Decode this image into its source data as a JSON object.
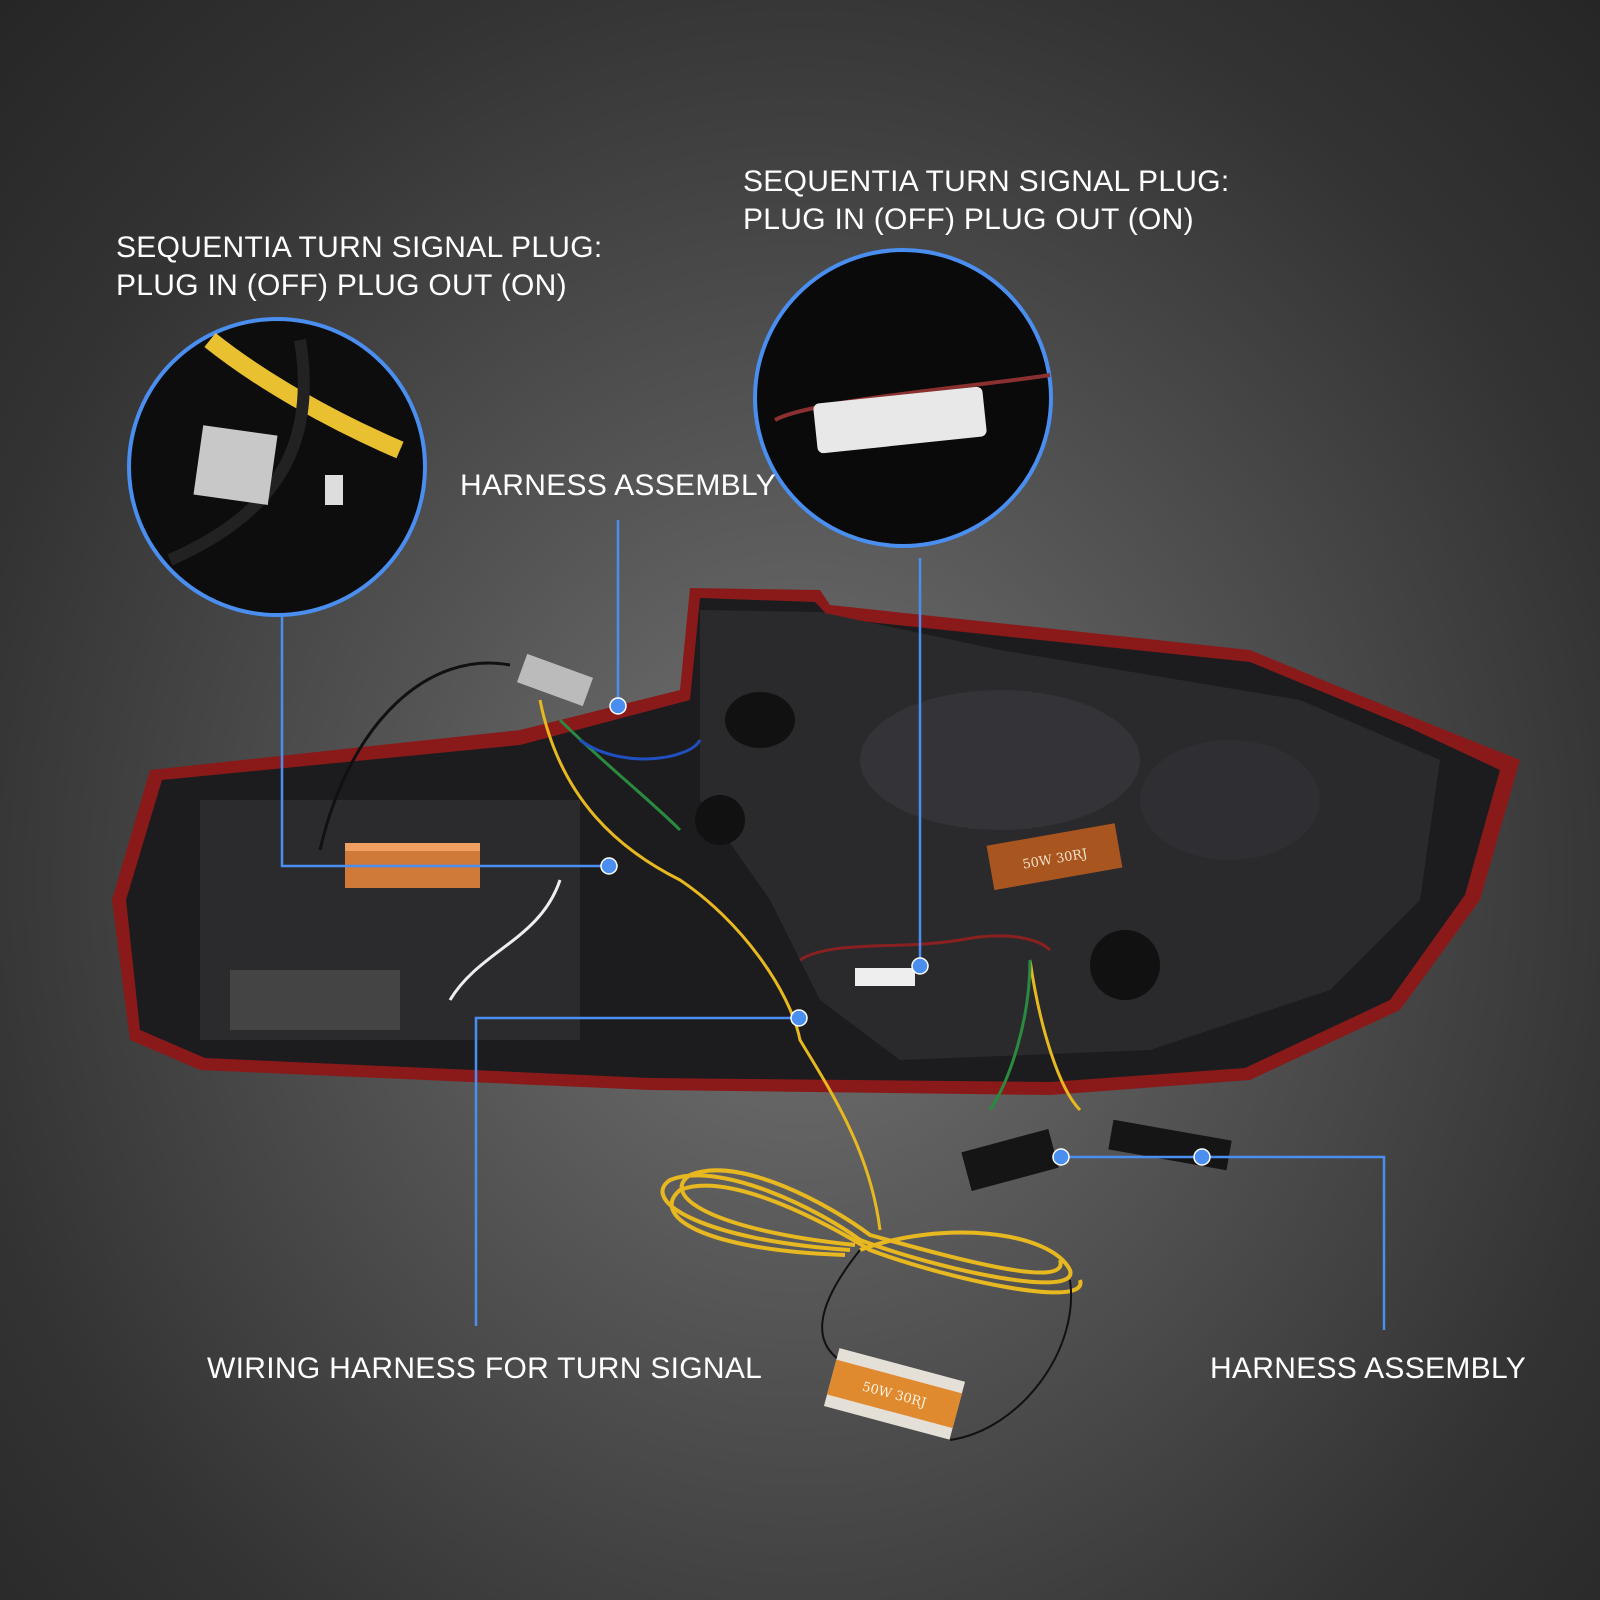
{
  "callouts": {
    "plug_left": {
      "line1": "SEQUENTIA TURN SIGNAL PLUG:",
      "line2": "PLUG IN (OFF) PLUG OUT (ON)"
    },
    "plug_right": {
      "line1": "SEQUENTIA TURN SIGNAL PLUG:",
      "line2": "PLUG IN (OFF) PLUG OUT (ON)"
    },
    "harness_top": "HARNESS ASSEMBLY",
    "wiring_turn": "WIRING HARNESS FOR TURN SIGNAL",
    "harness_bottom": "HARNESS ASSEMBLY"
  },
  "resistor_text": "50W 30RJ",
  "colors": {
    "accent": "#4a8ef0",
    "text": "#ffffff",
    "wire_yellow": "#e8b820",
    "resistor": "#c8682a",
    "lens_red": "#8a1a1a"
  }
}
